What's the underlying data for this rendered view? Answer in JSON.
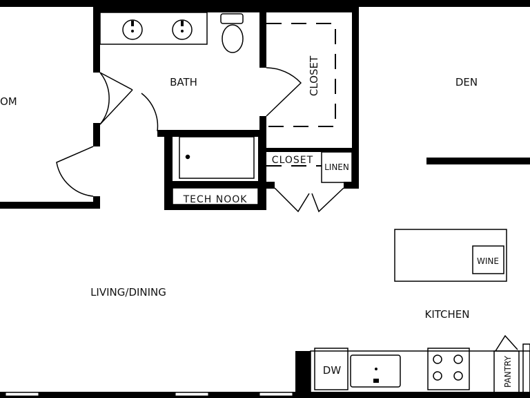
{
  "rooms": {
    "bedroom_partial": "OM",
    "bath": "BATH",
    "closet_vertical": "CLOSET",
    "den": "DEN",
    "closet": "CLOSET",
    "linen": "LINEN",
    "tech_nook": "TECH NOOK",
    "living_dining": "LIVING/DINING",
    "kitchen": "KITCHEN"
  },
  "fixtures": {
    "wine": "WINE",
    "dishwasher": "DW",
    "pantry": "PANTRY"
  }
}
